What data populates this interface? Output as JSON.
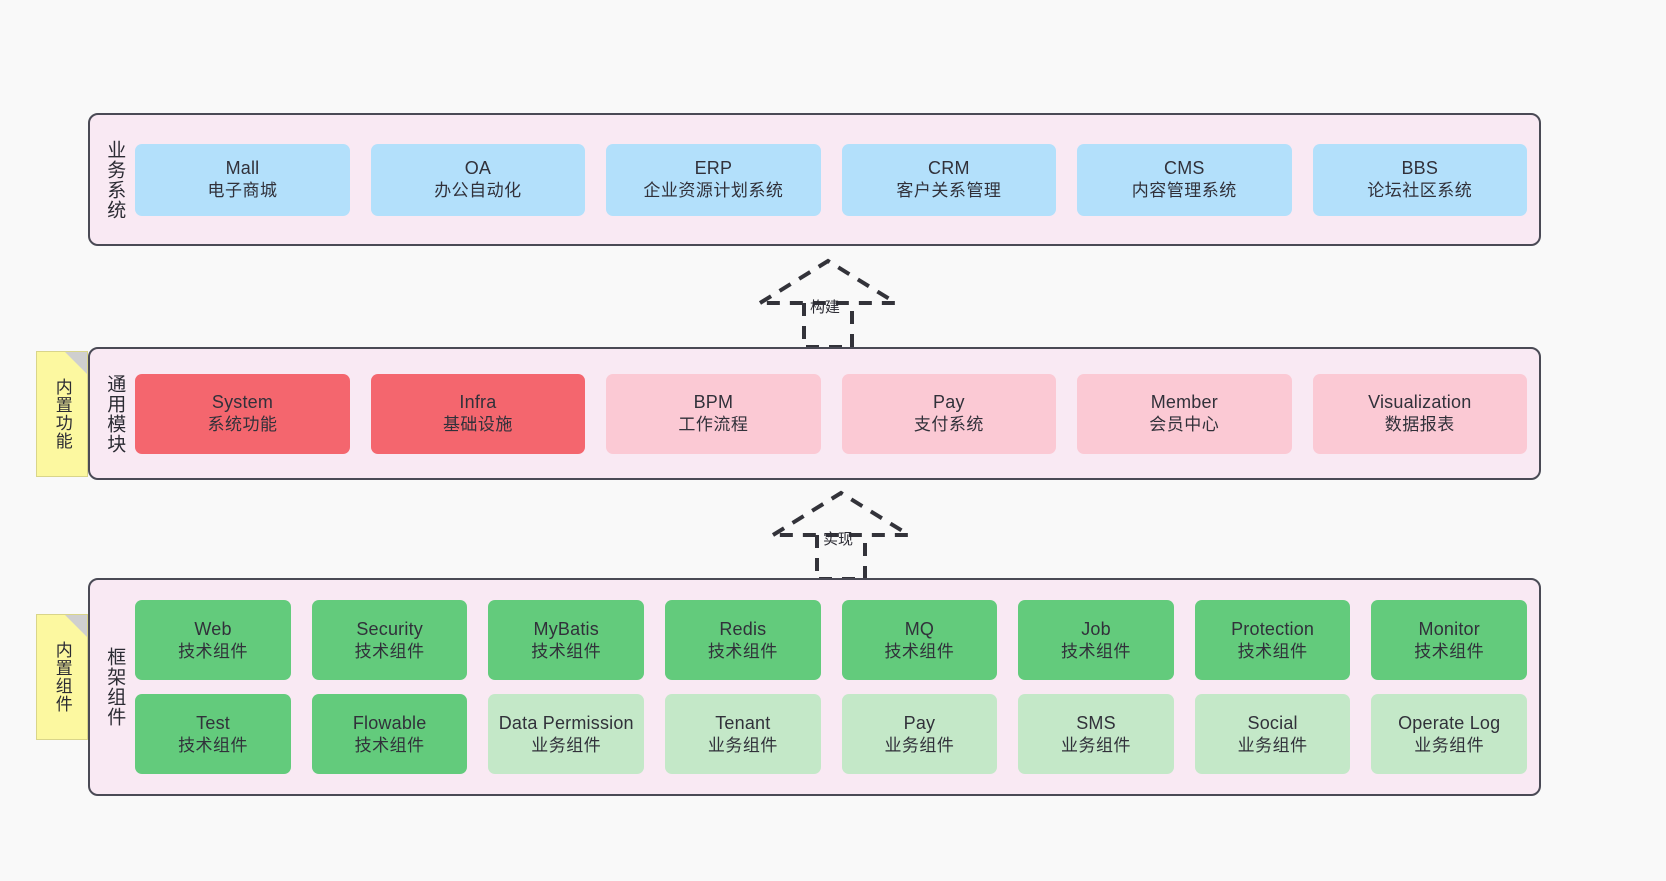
{
  "diagram": {
    "background_color": "#f9f9f9",
    "layer_fill_color": "#f9e9f3",
    "layer_border_color": "#4a4a55",
    "note_color": "#fcf8a0"
  },
  "layers": {
    "business": {
      "title": "业务系统",
      "accent_color": "#b3e0fb",
      "modules": [
        {
          "en": "Mall",
          "cn": "电子商城"
        },
        {
          "en": "OA",
          "cn": "办公自动化"
        },
        {
          "en": "ERP",
          "cn": "企业资源计划系统"
        },
        {
          "en": "CRM",
          "cn": "客户关系管理"
        },
        {
          "en": "CMS",
          "cn": "内容管理系统"
        },
        {
          "en": "BBS",
          "cn": "论坛社区系统"
        }
      ]
    },
    "common": {
      "title": "通用模块",
      "accent_color": "#f4666e",
      "secondary_color": "#fbc9d4",
      "modules": [
        {
          "en": "System",
          "cn": "系统功能",
          "style": "red"
        },
        {
          "en": "Infra",
          "cn": "基础设施",
          "style": "red"
        },
        {
          "en": "BPM",
          "cn": "工作流程",
          "style": "pink"
        },
        {
          "en": "Pay",
          "cn": "支付系统",
          "style": "pink"
        },
        {
          "en": "Member",
          "cn": "会员中心",
          "style": "pink"
        },
        {
          "en": "Visualization",
          "cn": "数据报表",
          "style": "pink"
        }
      ]
    },
    "framework": {
      "title": "框架组件",
      "accent_color": "#63cb7c",
      "secondary_color": "#c4e8c8",
      "row1": [
        {
          "en": "Web",
          "cn": "技术组件",
          "style": "green"
        },
        {
          "en": "Security",
          "cn": "技术组件",
          "style": "green"
        },
        {
          "en": "MyBatis",
          "cn": "技术组件",
          "style": "green"
        },
        {
          "en": "Redis",
          "cn": "技术组件",
          "style": "green"
        },
        {
          "en": "MQ",
          "cn": "技术组件",
          "style": "green"
        },
        {
          "en": "Job",
          "cn": "技术组件",
          "style": "green"
        },
        {
          "en": "Protection",
          "cn": "技术组件",
          "style": "green"
        },
        {
          "en": "Monitor",
          "cn": "技术组件",
          "style": "green"
        }
      ],
      "row2": [
        {
          "en": "Test",
          "cn": "技术组件",
          "style": "green"
        },
        {
          "en": "Flowable",
          "cn": "技术组件",
          "style": "green"
        },
        {
          "en": "Data Permission",
          "cn": "业务组件",
          "style": "lightgreen"
        },
        {
          "en": "Tenant",
          "cn": "业务组件",
          "style": "lightgreen"
        },
        {
          "en": "Pay",
          "cn": "业务组件",
          "style": "lightgreen"
        },
        {
          "en": "SMS",
          "cn": "业务组件",
          "style": "lightgreen"
        },
        {
          "en": "Social",
          "cn": "业务组件",
          "style": "lightgreen"
        },
        {
          "en": "Operate Log",
          "cn": "业务组件",
          "style": "lightgreen"
        }
      ]
    }
  },
  "notes": [
    {
      "text": "内置功能"
    },
    {
      "text": "内置组件"
    }
  ],
  "arrows": [
    {
      "label": "构建"
    },
    {
      "label": "实现"
    }
  ]
}
